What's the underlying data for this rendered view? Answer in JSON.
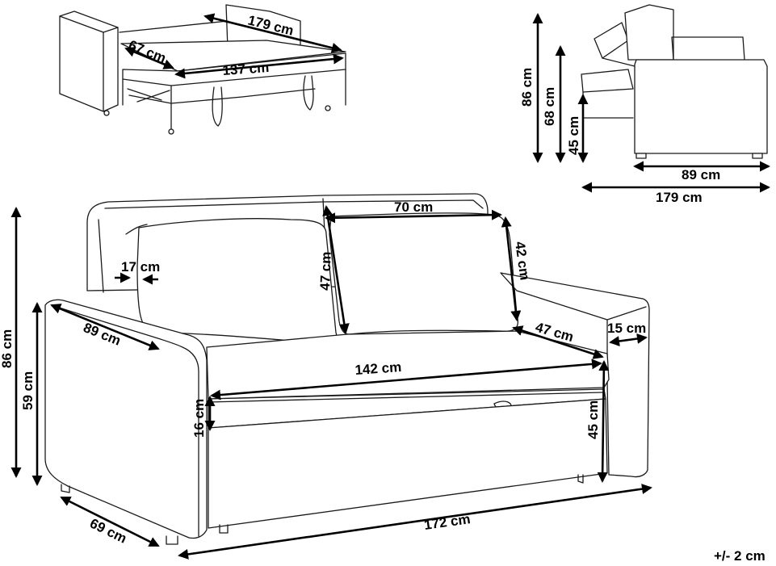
{
  "diagram": {
    "labels": {
      "top_total_length": "179 cm",
      "top_bed_width": "67 cm",
      "top_bed_length": "137 cm",
      "side_total_height": "86 cm",
      "side_back_height": "68 cm",
      "side_seat_height": "45 cm",
      "side_depth_closed": "89 cm",
      "side_depth_open": "179 cm",
      "main_total_height": "86 cm",
      "main_arm_height": "59 cm",
      "main_arm_depth": "89 cm",
      "main_arm_gap": "17 cm",
      "main_cushion_width": "70 cm",
      "main_cushion_height_left": "47 cm",
      "main_cushion_height_right": "42 cm",
      "main_seat_depth": "47 cm",
      "main_arm_width": "15 cm",
      "main_seat_width": "142 cm",
      "main_seat_thickness": "16 cm",
      "main_seat_height": "45 cm",
      "main_depth": "69 cm",
      "main_width": "172 cm"
    },
    "tolerance": "+/- 2 cm"
  }
}
